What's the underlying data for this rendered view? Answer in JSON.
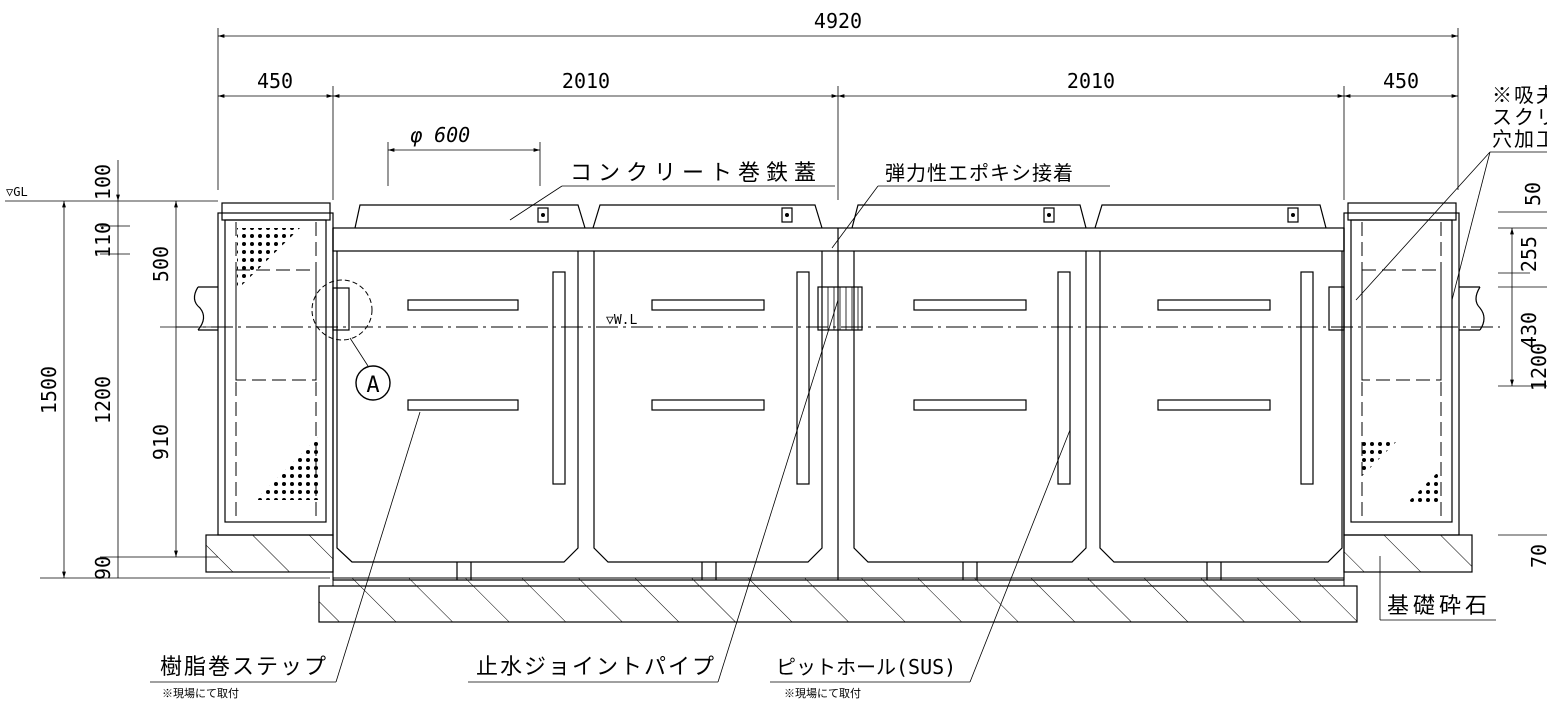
{
  "dimensions": {
    "total": "4920",
    "left_end": "450",
    "chamber_1": "2010",
    "chamber_2": "2010",
    "right_end": "450",
    "manhole_dia": "φ 600",
    "left_v": [
      "100",
      "110",
      "500",
      "1200",
      "910",
      "1500",
      "90"
    ],
    "right_v": [
      "50",
      "255",
      "430",
      "1200",
      "70"
    ]
  },
  "levels": {
    "ground": "▽GL",
    "water": "▽W.L"
  },
  "callouts": {
    "concrete_lid": "コンクリート巻鉄蓋",
    "epoxy": "弾力性エポキシ接着",
    "suction_note_line1": "※吸夫",
    "suction_note_line2": "スクリ",
    "suction_note_line3": "穴加工",
    "detail_mark": "A",
    "resin_step": "樹脂巻ステップ",
    "resin_step_note": "※現場にて取付",
    "waterstop_pipe": "止水ジョイントパイプ",
    "pit_hole": "ピットホール(SUS)",
    "pit_hole_note": "※現場にて取付",
    "foundation": "基礎砕石"
  }
}
